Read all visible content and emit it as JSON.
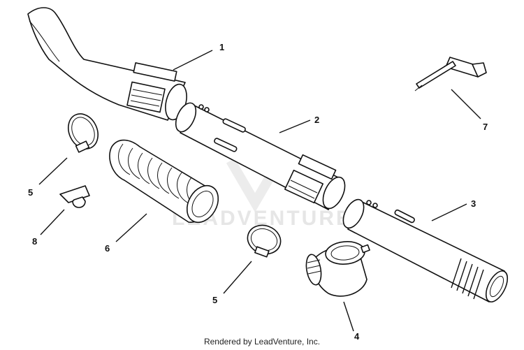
{
  "diagram": {
    "callouts": [
      "1",
      "2",
      "3",
      "4",
      "5",
      "5",
      "6",
      "7",
      "8"
    ],
    "watermark": "LEADVENTURE",
    "footer": "Rendered by LeadVenture, Inc."
  }
}
